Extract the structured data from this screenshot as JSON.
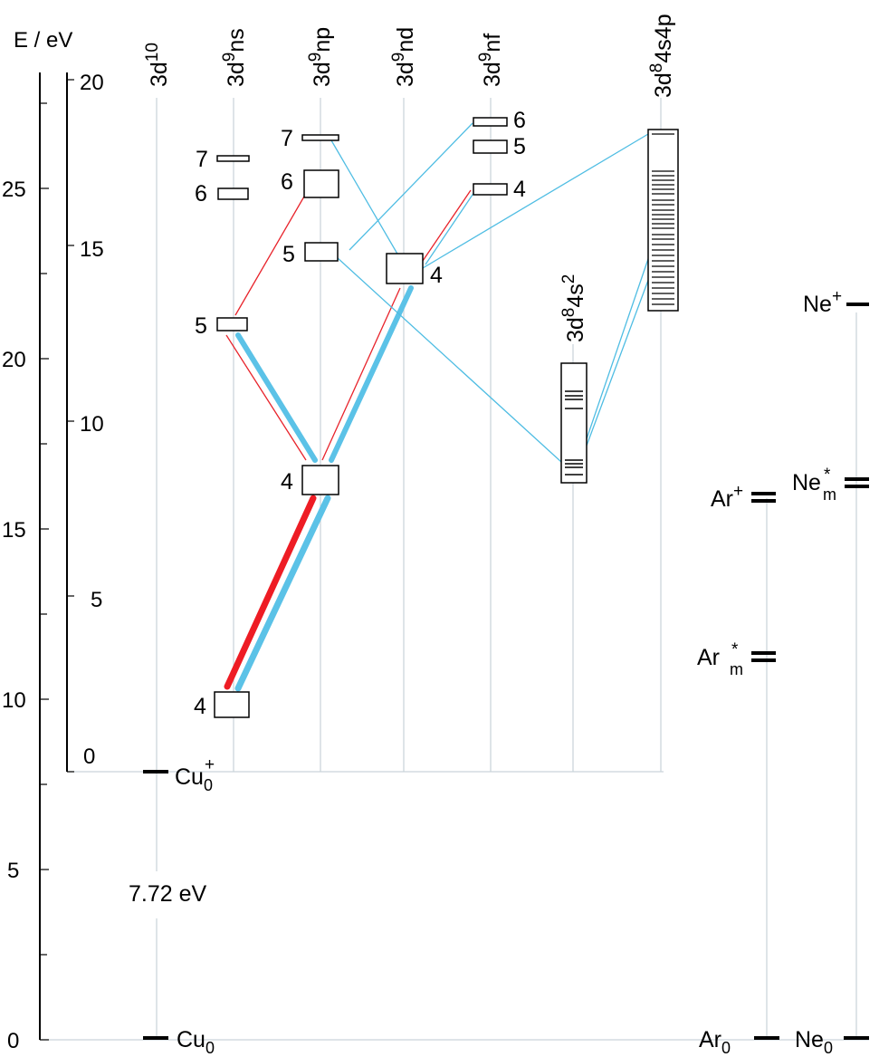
{
  "axis_title": "E / eV",
  "outer_axis_ticks": [
    "0",
    "5",
    "10",
    "15",
    "20",
    "25"
  ],
  "inner_axis_ticks": [
    "0",
    "5",
    "10",
    "15",
    "20"
  ],
  "config_headers": [
    {
      "base": "3d",
      "sup": "10",
      "rest": ""
    },
    {
      "base": "3d",
      "sup": "9",
      "rest": "ns"
    },
    {
      "base": "3d",
      "sup": "9",
      "rest": "np"
    },
    {
      "base": "3d",
      "sup": "9",
      "rest": "nd"
    },
    {
      "base": "3d",
      "sup": "9",
      "rest": "nf"
    },
    {
      "base": "3d",
      "sup": "8",
      "rest": "4s4p"
    }
  ],
  "extra_header": {
    "base": "3d",
    "sup1": "8",
    "mid": "4s",
    "sup2": "2"
  },
  "ionization": {
    "label": "7.72 eV"
  },
  "cu_labels": {
    "ground": {
      "base": "Cu",
      "sub": "0"
    },
    "ion": {
      "base": "Cu",
      "sub": "0",
      "sup": "+"
    }
  },
  "gas_labels": {
    "ar0": {
      "base": "Ar",
      "sub": "0"
    },
    "ne0": {
      "base": "Ne",
      "sub": "0"
    },
    "ar_ion": {
      "base": "Ar",
      "sup": "+"
    },
    "ar_meta": {
      "base": "Ar",
      "sup": "*",
      "sub": "m"
    },
    "ne_ion": {
      "base": "Ne",
      "sup": "+"
    },
    "ne_meta": {
      "base": "Ne",
      "sup": "*",
      "sub": "m"
    }
  },
  "level_numbers": {
    "ns": [
      "4",
      "5",
      "6",
      "7"
    ],
    "np": [
      "4",
      "5",
      "6",
      "7"
    ],
    "nd": [
      "4"
    ],
    "nf": [
      "4",
      "5",
      "6"
    ]
  },
  "colors": {
    "strong_red": "#ee1c24",
    "strong_blue": "#5bc2e7",
    "thin_red": "#e8232b",
    "thin_blue": "#4fbde3",
    "column_line": "#c9d3d9"
  }
}
